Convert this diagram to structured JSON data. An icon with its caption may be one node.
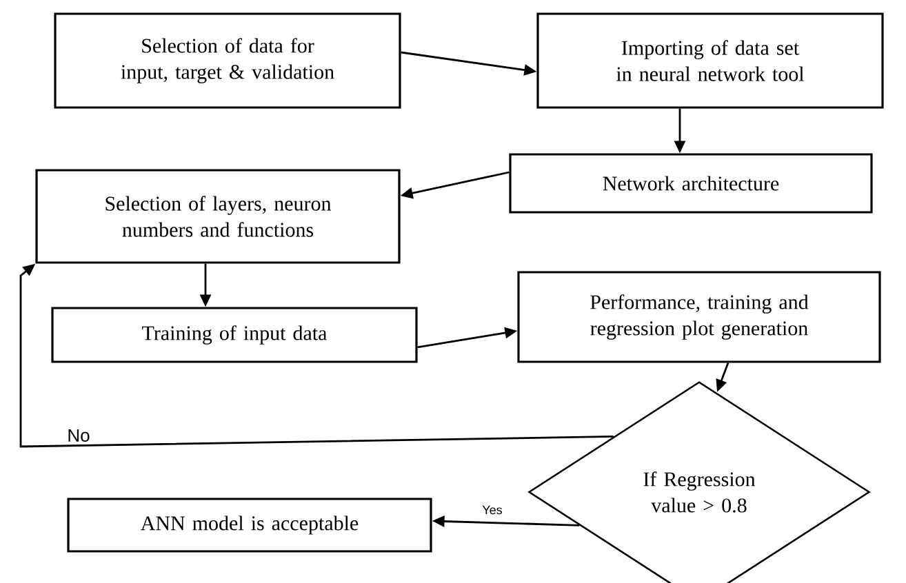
{
  "diagram": {
    "nodes": [
      {
        "text": [
          "Selection of data for input, target & validation"
        ]
      },
      {
        "text": [
          "Importing of data set in neural network tool"
        ]
      },
      {
        "text": [
          "Network architecture"
        ]
      },
      {
        "text": [
          "Selection of layers, neuron numbers and functions"
        ]
      },
      {
        "text": [
          "Training of input data"
        ]
      },
      {
        "text": [
          "Performance, training and regression plot generation"
        ]
      },
      {
        "text": [
          "If Regression value > 0.8"
        ]
      },
      {
        "text": [
          "ANN model is acceptable"
        ]
      }
    ],
    "edges": [
      {
        "from": 0,
        "to": 1,
        "arrow": "to"
      },
      {
        "from": 1,
        "to": 2,
        "arrow": "to"
      },
      {
        "from": 2,
        "to": 3,
        "arrow": "to"
      },
      {
        "from": 3,
        "to": 4,
        "arrow": "to"
      },
      {
        "from": 4,
        "to": 5,
        "arrow": "to"
      },
      {
        "from": 5,
        "to": 6,
        "arrow": "to"
      },
      {
        "from": 6,
        "to": 3,
        "arrow": "to",
        "label": "No"
      },
      {
        "from": 6,
        "to": 7,
        "arrow": "to",
        "label": "Yes"
      }
    ]
  }
}
